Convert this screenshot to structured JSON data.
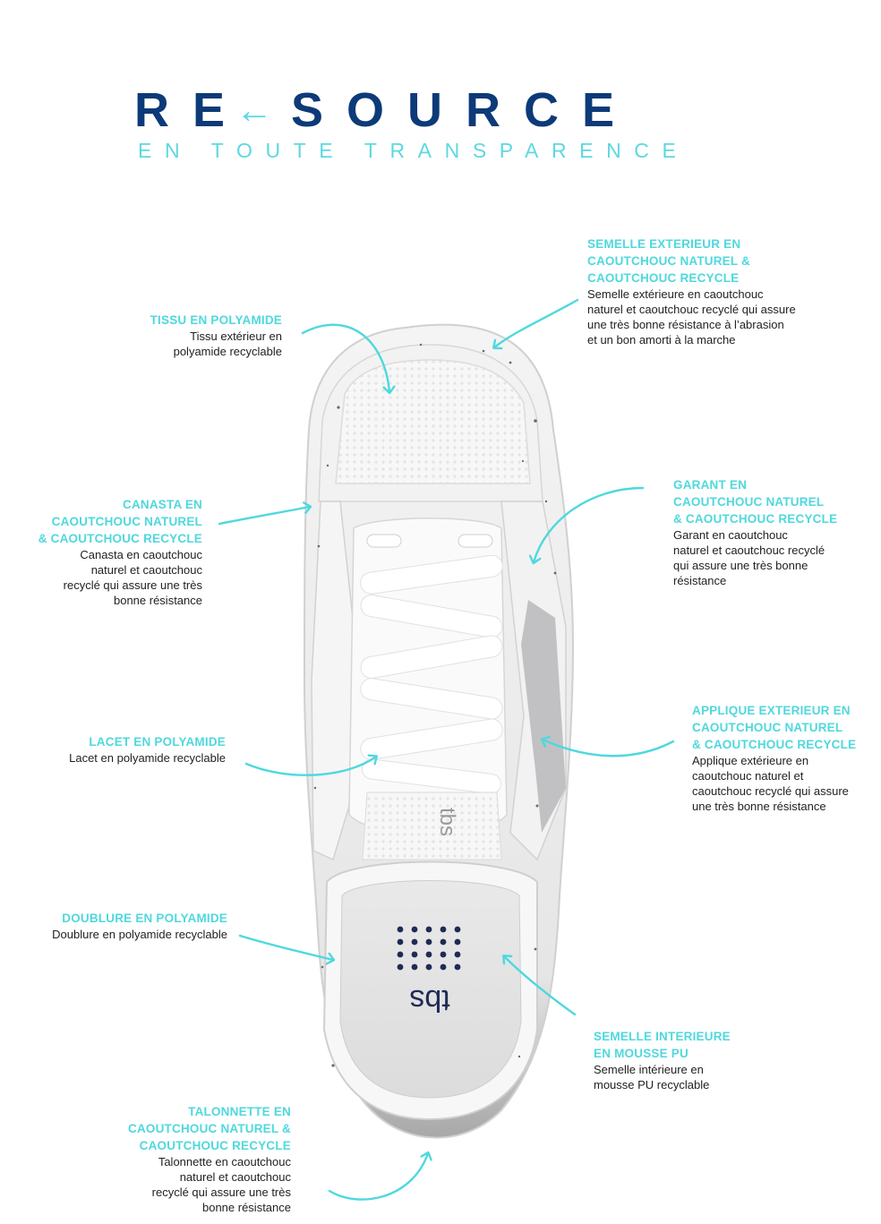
{
  "header": {
    "title_part1": "RE",
    "title_part2": "SOURCE",
    "arrow_icon": "left-arrow-icon",
    "subtitle": "EN TOUTE TRANSPARENCE"
  },
  "colors": {
    "navy": "#0d3a78",
    "turquoise": "#4fd8de"
  },
  "product": {
    "insole_logo": "tbs",
    "tongue_logo": "tbs"
  },
  "callouts": [
    {
      "heading": "TISSU EN POLYAMIDE",
      "lines": [
        "Tissu extérieur en",
        "polyamide recyclable"
      ]
    },
    {
      "heading_lines": [
        "SEMELLE EXTERIEUR EN",
        "CAOUTCHOUC NATUREL &",
        "CAOUTCHOUC RECYCLE"
      ],
      "lines": [
        "Semelle extérieure en caoutchouc",
        "naturel et caoutchouc recyclé qui assure",
        "une très bonne résistance à l’abrasion",
        "et un bon amorti à la marche"
      ]
    },
    {
      "heading_lines": [
        "CANASTA EN",
        "CAOUTCHOUC NATUREL",
        "& CAOUTCHOUC RECYCLE"
      ],
      "lines": [
        "Canasta en caoutchouc",
        "naturel et caoutchouc",
        "recyclé qui assure une très",
        "bonne résistance"
      ]
    },
    {
      "heading_lines": [
        "GARANT EN",
        "CAOUTCHOUC NATUREL",
        "& CAOUTCHOUC RECYCLE"
      ],
      "lines": [
        "Garant en caoutchouc",
        "naturel et caoutchouc recyclé",
        "qui assure une très bonne",
        "résistance"
      ]
    },
    {
      "heading_lines": [
        "APPLIQUE EXTERIEUR EN",
        "CAOUTCHOUC NATUREL",
        "& CAOUTCHOUC RECYCLE"
      ],
      "lines": [
        "Applique extérieure en",
        "caoutchouc naturel et",
        "caoutchouc recyclé qui assure",
        "une très bonne résistance"
      ]
    },
    {
      "heading": "LACET EN POLYAMIDE",
      "lines": [
        "Lacet en polyamide recyclable"
      ]
    },
    {
      "heading": "DOUBLURE EN POLYAMIDE",
      "lines": [
        "Doublure en polyamide recyclable"
      ]
    },
    {
      "heading_lines": [
        "SEMELLE INTERIEURE",
        "EN MOUSSE PU"
      ],
      "lines": [
        "Semelle intérieure en",
        "mousse PU recyclable"
      ]
    },
    {
      "heading_lines": [
        "TALONNETTE EN",
        "CAOUTCHOUC NATUREL &",
        "CAOUTCHOUC RECYCLE"
      ],
      "lines": [
        "Talonnette  en caoutchouc",
        "naturel et caoutchouc",
        "recyclé qui assure  une très",
        "bonne résistance"
      ]
    }
  ]
}
